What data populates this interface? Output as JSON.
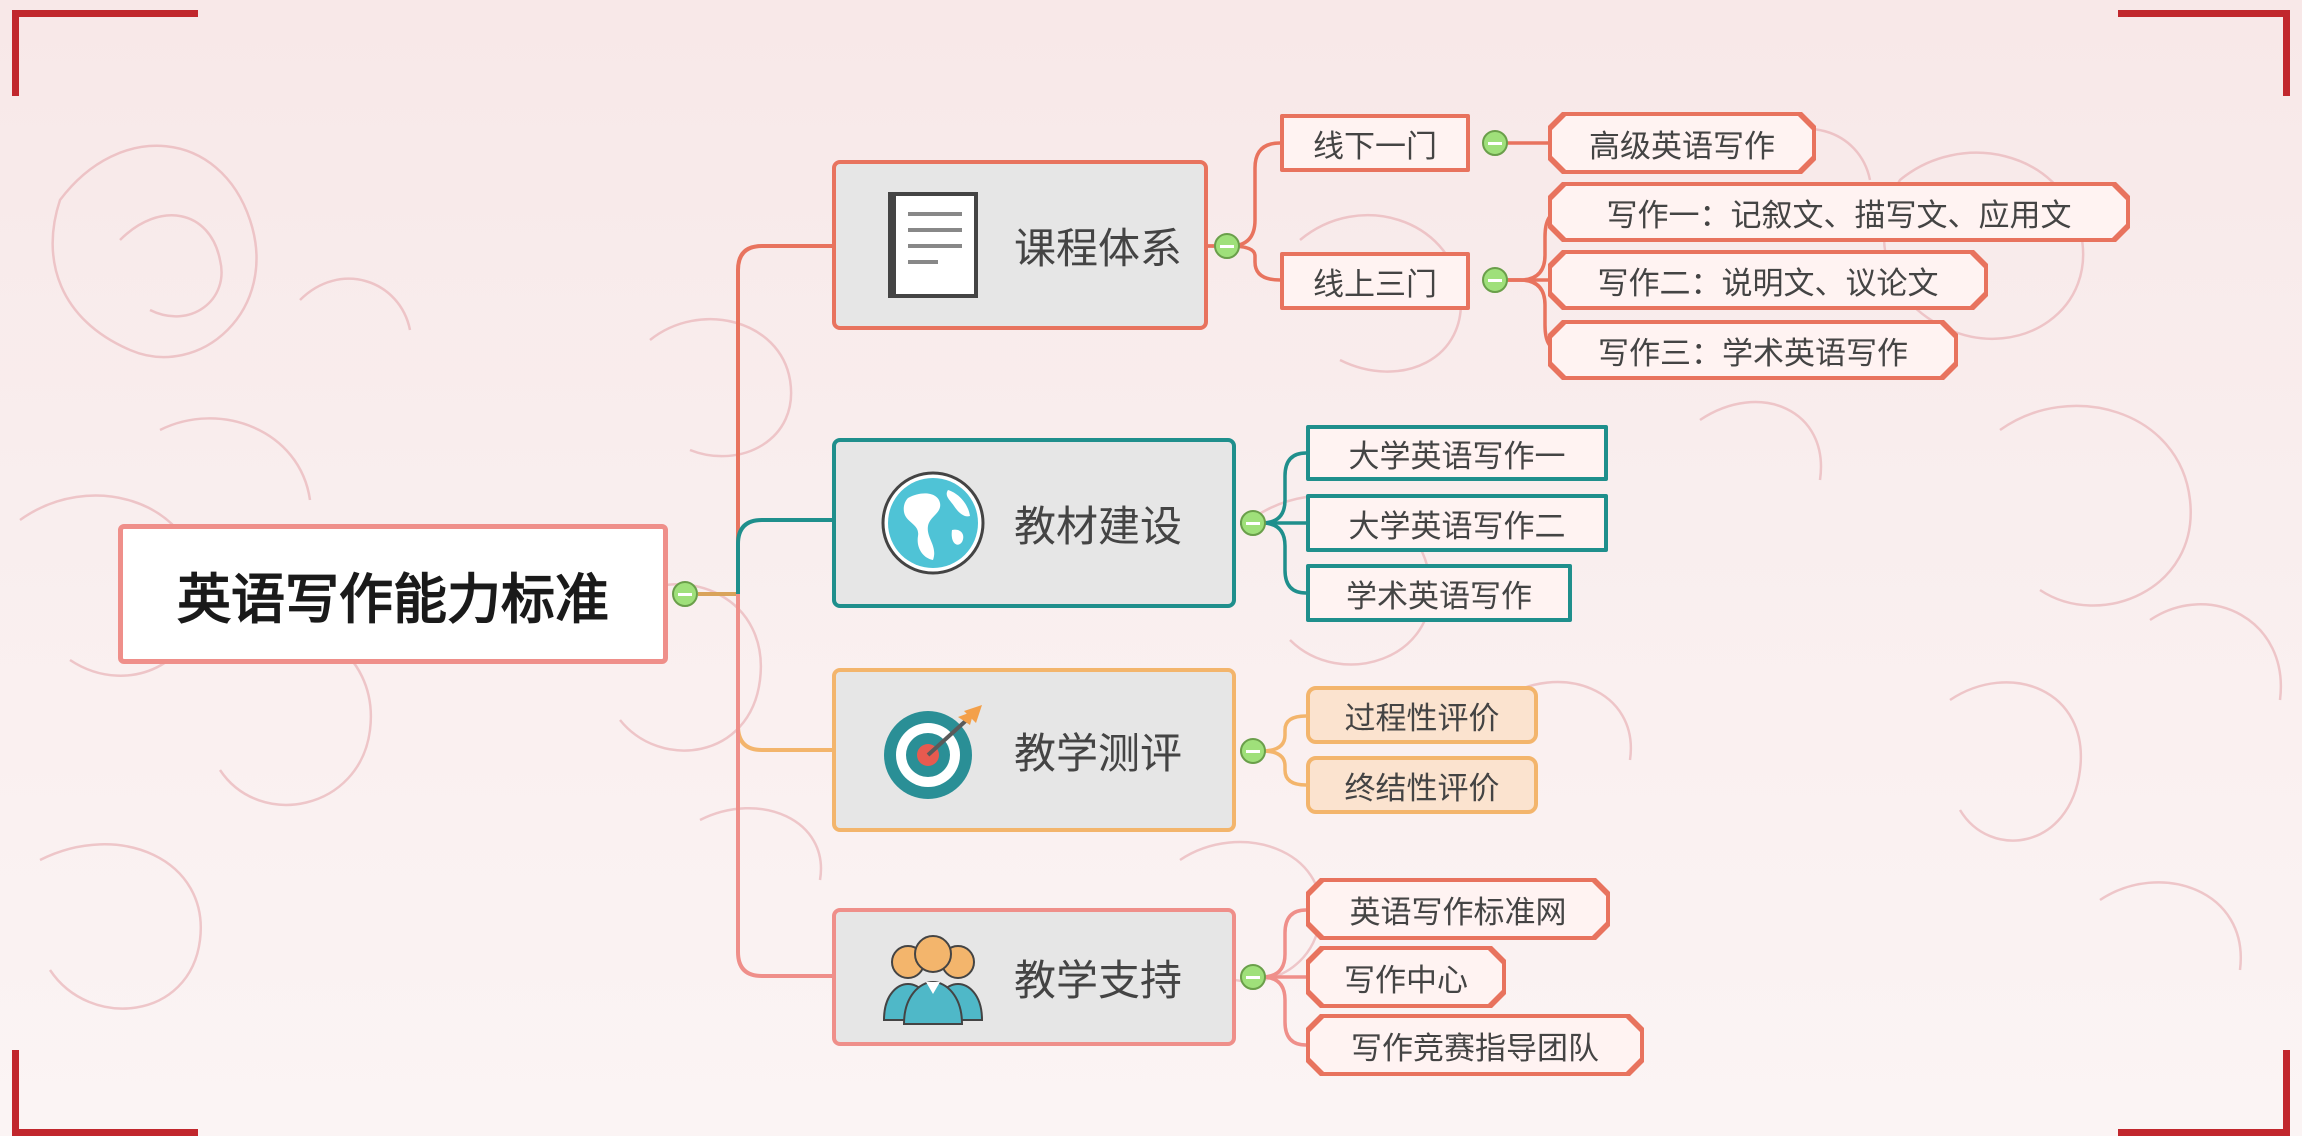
{
  "root": {
    "label": "英语写作能力标准"
  },
  "branches": [
    {
      "label": "课程体系",
      "icon": "document-icon",
      "color": "#e8735e"
    },
    {
      "label": "教材建设",
      "icon": "globe-icon",
      "color": "#1f8f8c"
    },
    {
      "label": "教学测评",
      "icon": "target-icon",
      "color": "#f3b56c"
    },
    {
      "label": "教学支持",
      "icon": "team-icon",
      "color": "#ef8f8a"
    }
  ],
  "course": {
    "offline": {
      "label": "线下一门",
      "children": [
        "高级英语写作"
      ]
    },
    "online": {
      "label": "线上三门",
      "children": [
        "写作一：记叙文、描写文、应用文",
        "写作二：说明文、议论文",
        "写作三：学术英语写作"
      ]
    }
  },
  "textbooks": [
    "大学英语写作一",
    "大学英语写作二",
    "学术英语写作"
  ],
  "assessment": [
    "过程性评价",
    "终结性评价"
  ],
  "support": [
    "英语写作标准网",
    "写作中心",
    "写作竞赛指导团队"
  ]
}
